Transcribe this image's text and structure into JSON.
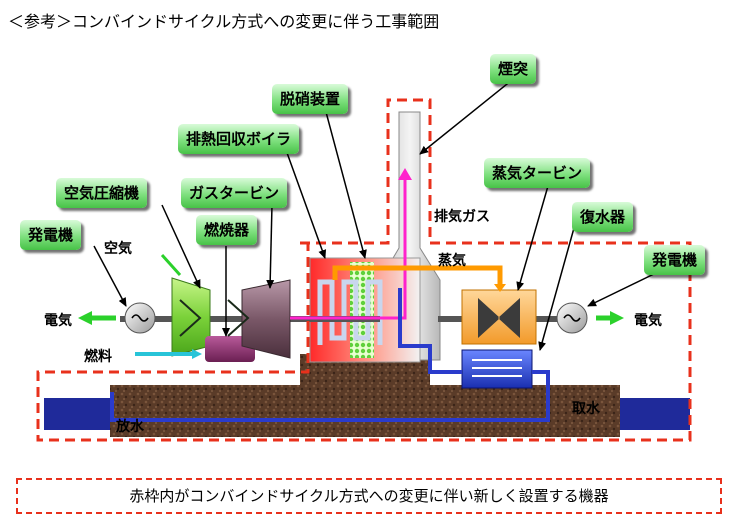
{
  "title": "＜参考＞コンバインドサイクル方式への変更に伴う工事範囲",
  "labels": {
    "entotsu": "煙突",
    "dasshou": "脱硝装置",
    "hainetsu": "排熱回収ボイラ",
    "kuuki_asshuku": "空気圧縮機",
    "gas_turbine": "ガスタービン",
    "nenshouki": "燃焼器",
    "hatsudenki_left": "発電機",
    "jouki_turbine": "蒸気タービン",
    "fukusuiki": "復水器",
    "hatsudenki_right": "発電機"
  },
  "annotations": {
    "kuuki": "空気",
    "denki_left": "電気",
    "nenryou": "燃料",
    "haiki_gas": "排気ガス",
    "jouki": "蒸気",
    "denki_right": "電気",
    "housui": "放水",
    "shusui": "取水"
  },
  "footer": "赤枠内がコンバインドサイクル方式への変更に伴い新しく設置する機器",
  "colors": {
    "dashed_frame": "#e8311c",
    "label_green": "#5fd35f",
    "exhaust_magenta": "#ff22cc",
    "steam_orange": "#ff9a00",
    "water_blue": "#2a3bcc",
    "fuel_cyan": "#28c4d8",
    "ground_brown": "#4a3020",
    "electricity_green": "#2bd12b"
  }
}
